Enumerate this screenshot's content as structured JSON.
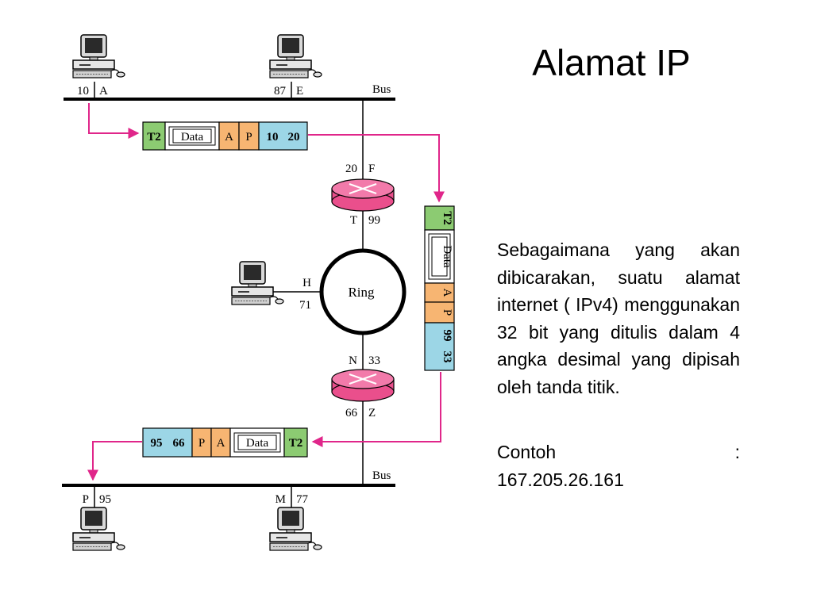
{
  "slide": {
    "title": "Alamat IP",
    "paragraph": "Sebagaimana yang akan dibicarakan, suatu alamat internet ( IPv4) menggunakan 32 bit yang ditulis dalam 4 angka desimal yang dipisah oleh tanda titik.",
    "example_label": "Contoh",
    "example_sep": ":",
    "example_value": "167.205.26.161"
  },
  "diagram": {
    "bus_label": "Bus",
    "ring_label": "Ring",
    "hosts": {
      "a": {
        "addr": "10",
        "name": "A"
      },
      "e": {
        "addr": "87",
        "name": "E"
      },
      "h": {
        "name": "H",
        "addr": "71"
      },
      "p": {
        "name": "P",
        "addr": "95"
      },
      "m": {
        "name": "M",
        "addr": "77"
      }
    },
    "routers": {
      "top": {
        "upper_addr": "20",
        "upper_name": "F",
        "lower_name": "T",
        "lower_addr": "99"
      },
      "bottom": {
        "upper_name": "N",
        "upper_addr": "33",
        "lower_addr": "66",
        "lower_name": "Z"
      }
    },
    "packets": {
      "first": {
        "trailer": "T2",
        "data": "Data",
        "a": "A",
        "p": "P",
        "dst": "10",
        "src": "20"
      },
      "ring": {
        "trailer": "T2",
        "data": "Data",
        "a": "A",
        "p": "P",
        "dst": "99",
        "src": "33"
      },
      "last": {
        "dst": "95",
        "src": "66",
        "p": "P",
        "a": "A",
        "data": "Data",
        "trailer": "T2"
      }
    },
    "colors": {
      "trailer": "#8CCB72",
      "address": "#9CD6E6",
      "header": "#F7B572",
      "router": "#EA4F8C",
      "arrow": "#E0268A"
    }
  }
}
